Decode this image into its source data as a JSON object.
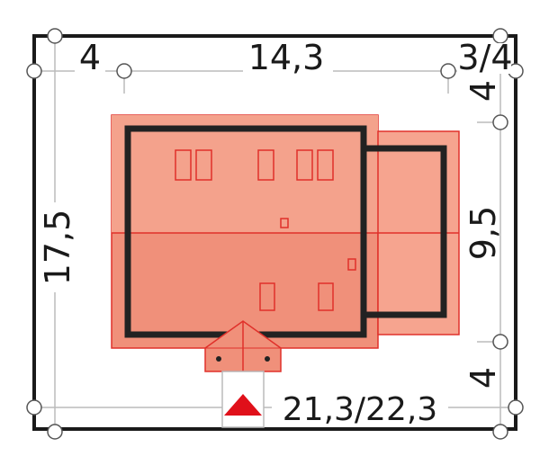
{
  "plot": {
    "dimensions": {
      "top_left": "4",
      "top_middle": "14,3",
      "top_right": "3/4",
      "left": "17,5",
      "right_top": "4",
      "right_middle": "9,5",
      "right_bottom": "4",
      "bottom_label": "21,3/22,3"
    },
    "colors": {
      "border": "#1a1a1a",
      "roof_fill": "#f0907a",
      "roof_fill_light": "#f6a48f",
      "roof_line": "#e0302a",
      "wall": "#222222",
      "entrance_marker": "#e0101a",
      "guide_line": "#bbbbbb"
    }
  }
}
